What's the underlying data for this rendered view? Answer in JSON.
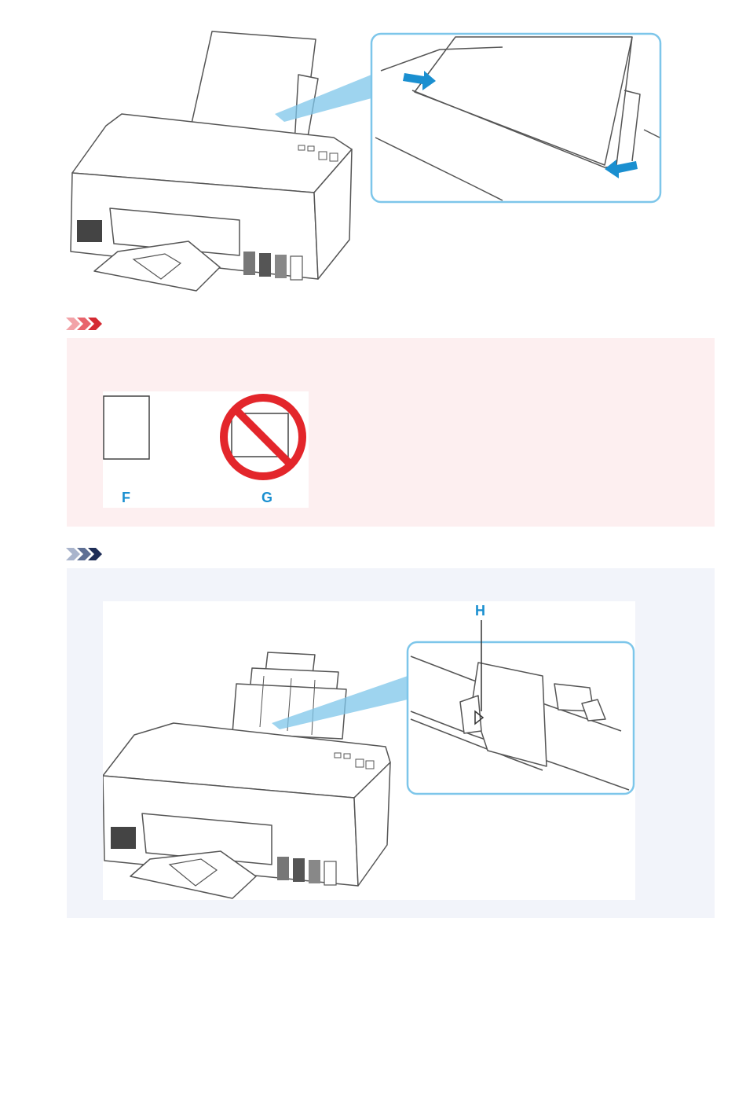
{
  "colors": {
    "accent_blue": "#1a8fd0",
    "callout_border": "#7dc6ea",
    "prohibit_red": "#e3262b",
    "important_bg": "#fdeff0",
    "note_bg": "#f2f4fa",
    "line_gray": "#555555"
  },
  "icons": {
    "important": "important-chevrons-icon",
    "note": "note-chevrons-icon"
  },
  "important": {
    "orientation_labels": {
      "portrait": "F",
      "landscape": "G"
    }
  },
  "note": {
    "callout_label": "H"
  }
}
